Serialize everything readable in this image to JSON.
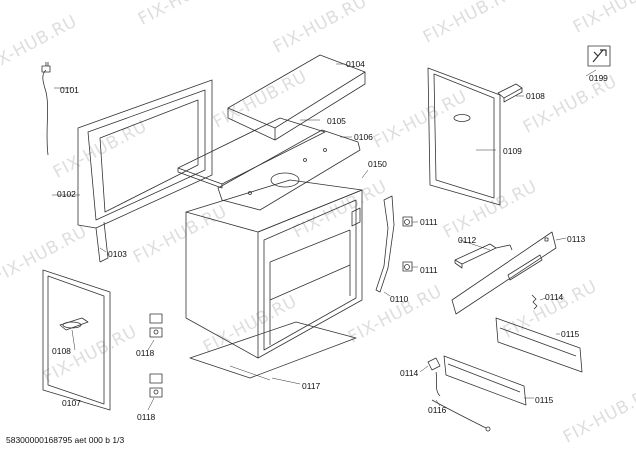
{
  "watermark": "FIX-HUB.RU",
  "footer": "58300000168795 aet 000 b 1/3",
  "parts": {
    "p0101": "0101",
    "p0102": "0102",
    "p0103": "0103",
    "p0104": "0104",
    "p0105": "0105",
    "p0106": "0106",
    "p0107": "0107",
    "p0108a": "0108",
    "p0108b": "0108",
    "p0109": "0109",
    "p0110": "0110",
    "p0111a": "0111",
    "p0111b": "0111",
    "p0112": "0112",
    "p0113": "0113",
    "p0114a": "0114",
    "p0114b": "0114",
    "p0115a": "0115",
    "p0115b": "0115",
    "p0116": "0116",
    "p0117": "0117",
    "p0118a": "0118",
    "p0118b": "0118",
    "p0150": "0150",
    "p0199": "0199"
  },
  "icons": {
    "badge": "wrench-icon"
  },
  "colors": {
    "line": "#333333",
    "watermark": "#dedede",
    "background": "#ffffff"
  }
}
